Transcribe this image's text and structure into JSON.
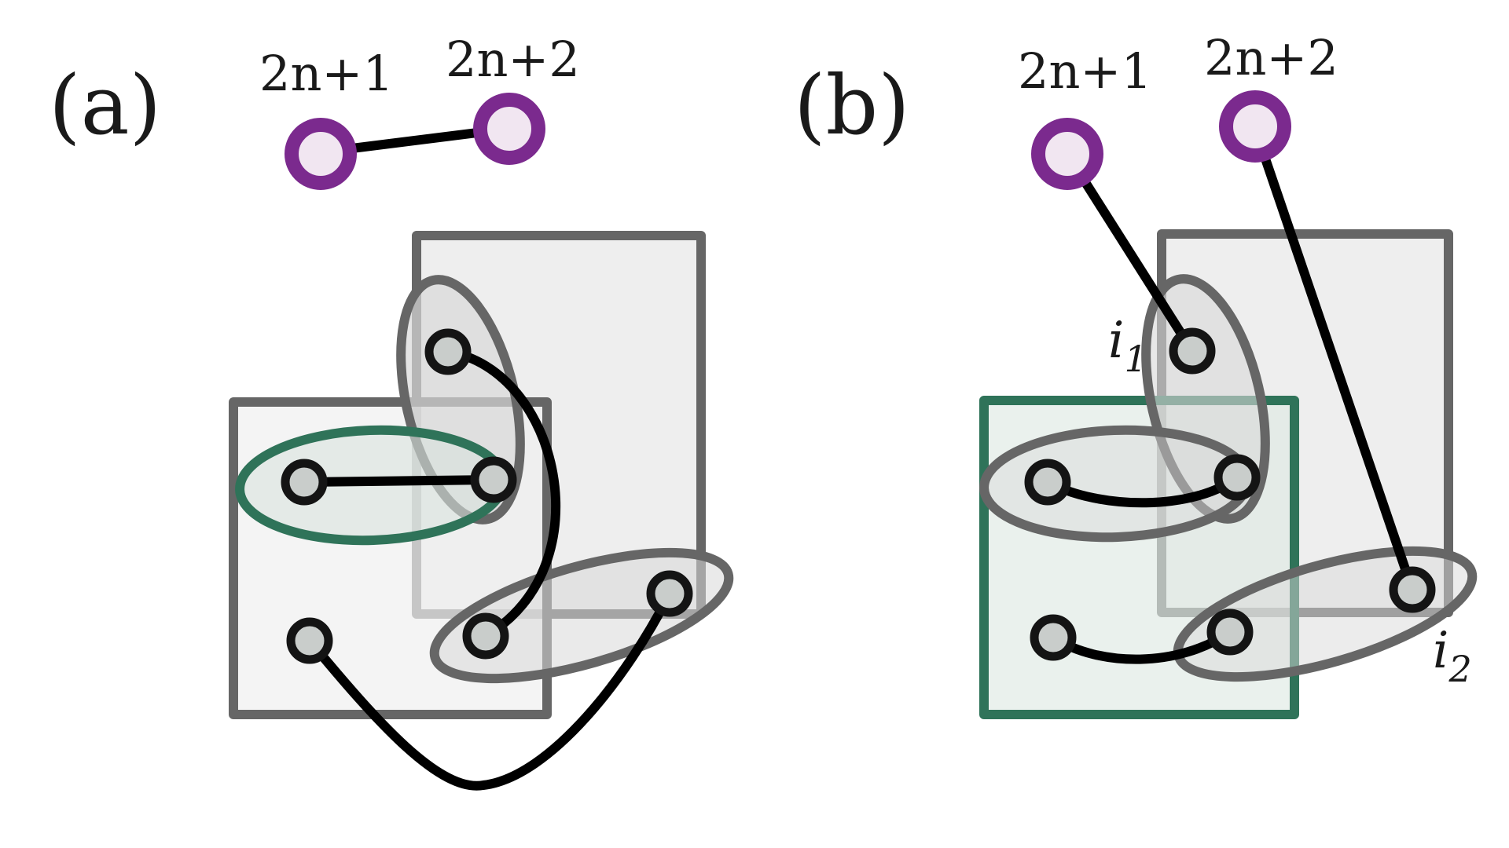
{
  "panels": [
    {
      "label": "(a)",
      "top_nodes": [
        "2n+1",
        "2n+2"
      ],
      "index_labels": []
    },
    {
      "label": "(b)",
      "top_nodes": [
        "2n+1",
        "2n+2"
      ],
      "index_labels": [
        {
          "symbol": "i",
          "subscript": "1"
        },
        {
          "symbol": "i",
          "subscript": "2"
        }
      ]
    }
  ],
  "colors": {
    "top_node_ring": "#7b2a8e",
    "top_node_fill": "#f1e6f1",
    "node_ring": "#141414",
    "node_fill": "#c9cdcb",
    "box_stroke": "#666666",
    "box_fill": "#eeeeee",
    "highlight_green": "#2f7359",
    "edge": "#000000"
  }
}
